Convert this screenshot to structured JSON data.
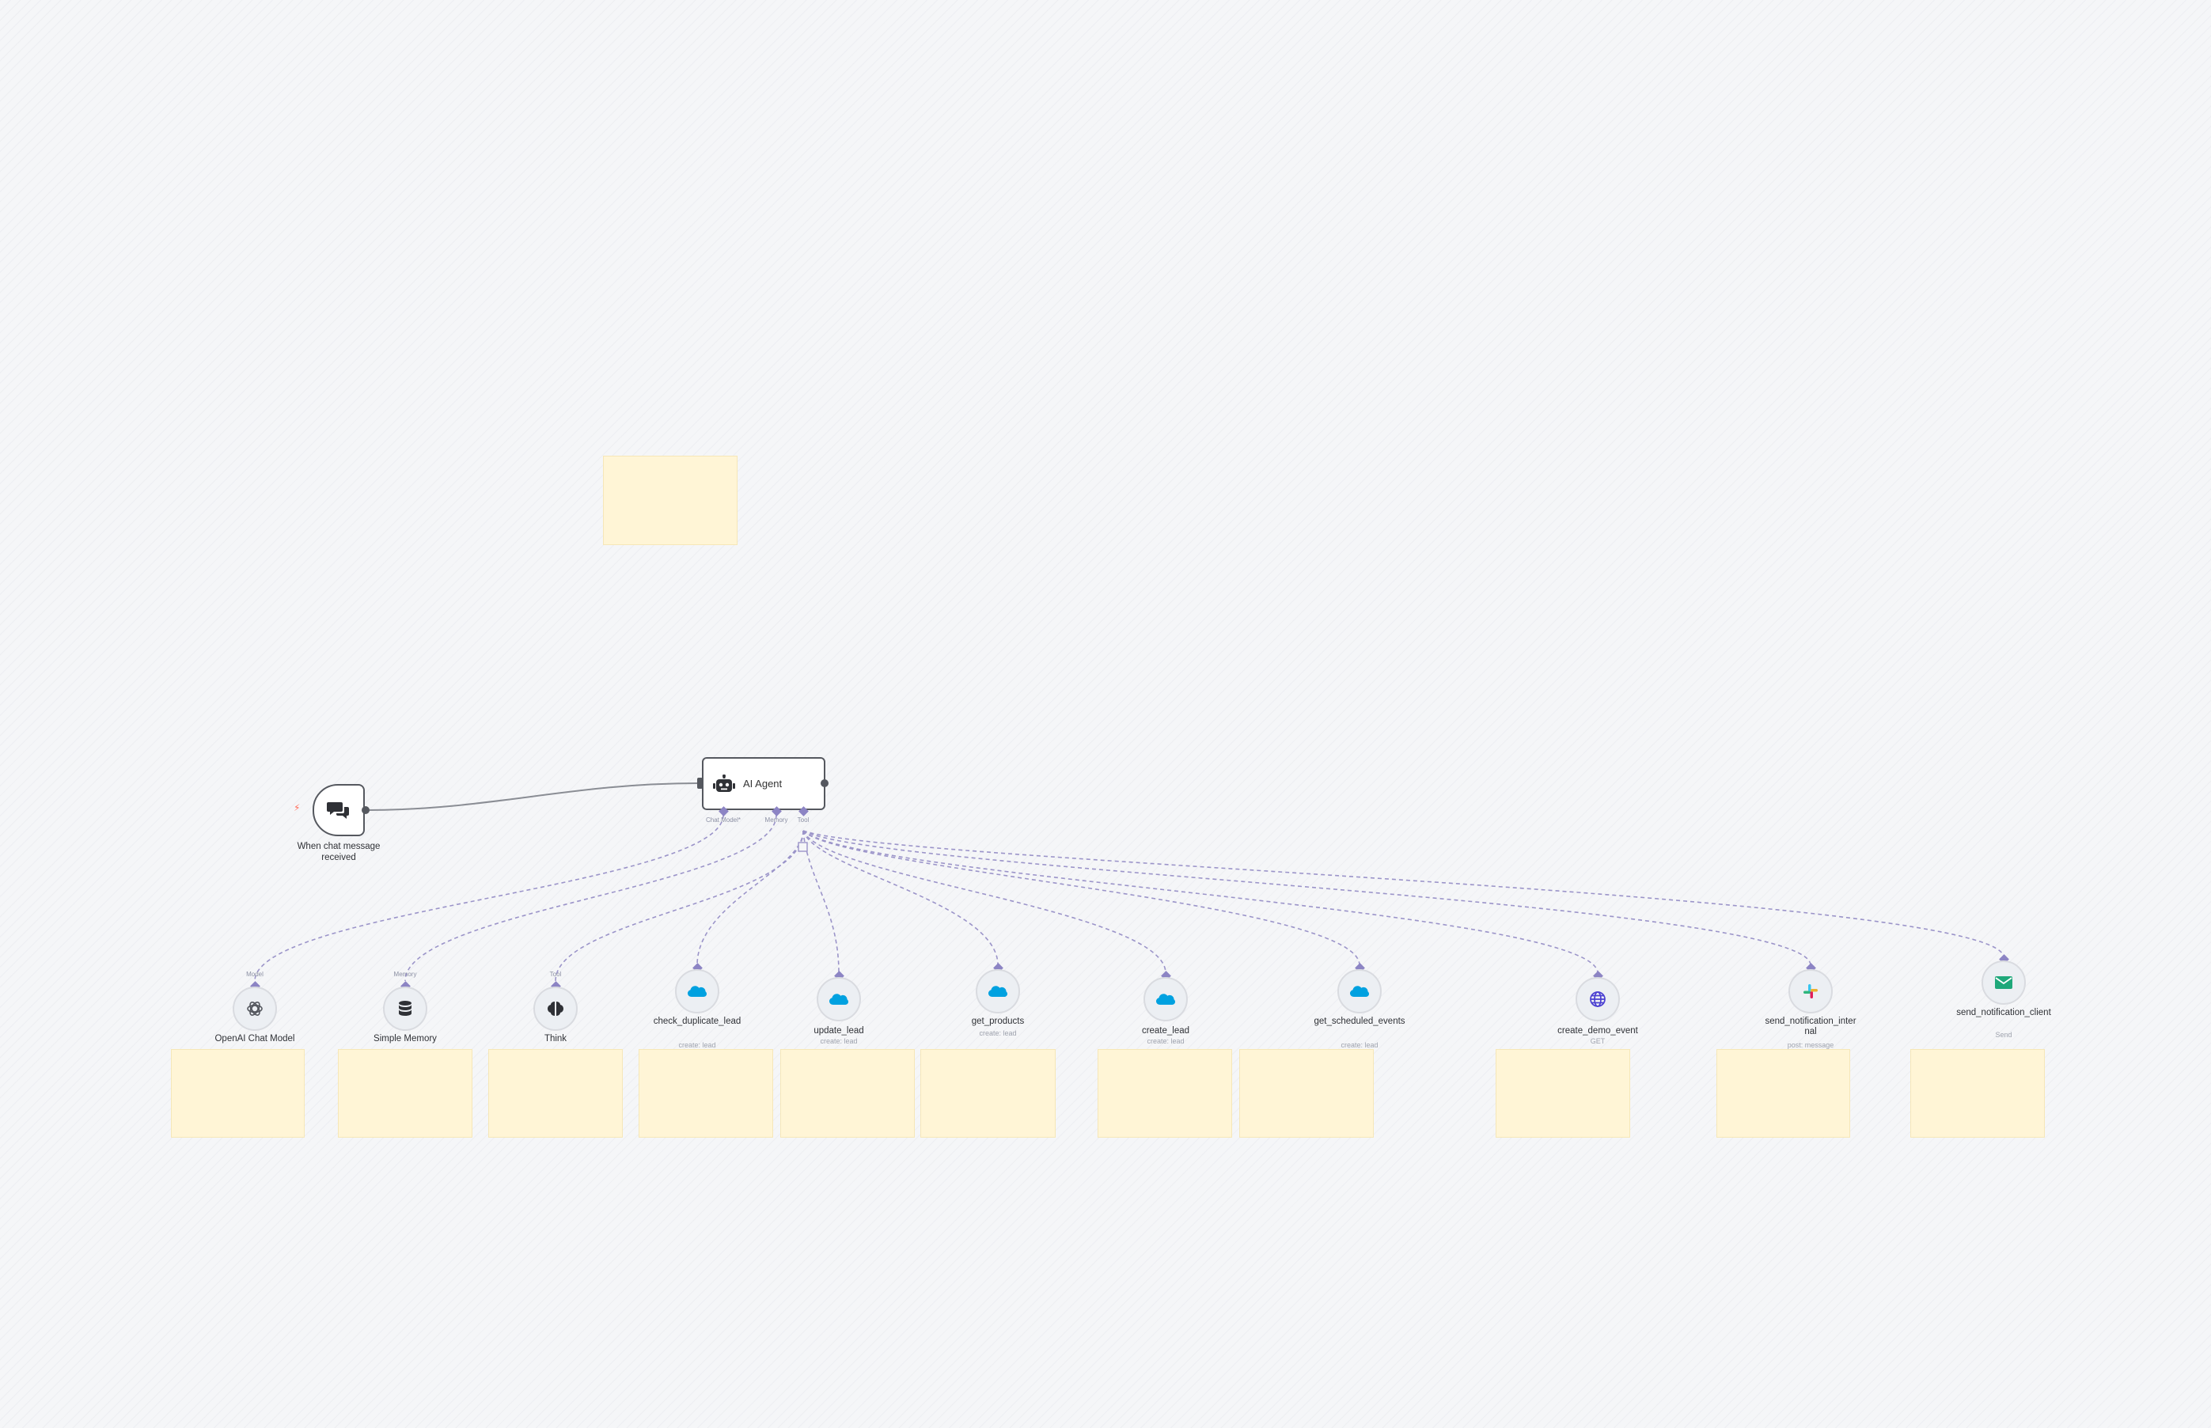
{
  "trigger": {
    "name": "When chat message received",
    "icon": "chat-bubbles-icon"
  },
  "agent": {
    "name": "AI Agent",
    "icon": "robot-icon",
    "ports": [
      "Chat Model*",
      "Memory",
      "Tool"
    ]
  },
  "sub_nodes": [
    {
      "id": "openai",
      "name": "OpenAI Chat Model",
      "sub": "",
      "port": "Model",
      "icon": "openai-icon"
    },
    {
      "id": "memory",
      "name": "Simple Memory",
      "sub": "",
      "port": "Memory",
      "icon": "database-icon"
    },
    {
      "id": "think",
      "name": "Think",
      "sub": "",
      "port": "Tool",
      "icon": "brain-icon"
    }
  ],
  "tools": [
    {
      "id": "check_duplicate_lead",
      "name": "check_duplicate_lead",
      "sub": "create: lead",
      "icon": "salesforce-icon"
    },
    {
      "id": "update_lead",
      "name": "update_lead",
      "sub": "create: lead",
      "icon": "salesforce-icon"
    },
    {
      "id": "get_products",
      "name": "get_products",
      "sub": "create: lead",
      "icon": "salesforce-icon"
    },
    {
      "id": "create_lead",
      "name": "create_lead",
      "sub": "create: lead",
      "icon": "salesforce-icon"
    },
    {
      "id": "get_scheduled_events",
      "name": "get_scheduled_events",
      "sub": "create: lead",
      "icon": "salesforce-icon"
    },
    {
      "id": "create_demo_event",
      "name": "create_demo_event",
      "sub": "GET",
      "icon": "globe-icon"
    },
    {
      "id": "send_notification_internal",
      "name": "send_notification_internal",
      "sub": "post: message",
      "icon": "slack-icon"
    },
    {
      "id": "send_notification_client",
      "name": "send_notification_client",
      "sub": "Send",
      "icon": "mail-icon"
    }
  ],
  "colors": {
    "sticky": "#fff5d6",
    "wire_ai": "#9b94c9",
    "wire_main": "#8a8d94",
    "node_border": "#55585f",
    "salesforce": "#00a1e0",
    "trigger_bolt": "#ff6d5a"
  }
}
